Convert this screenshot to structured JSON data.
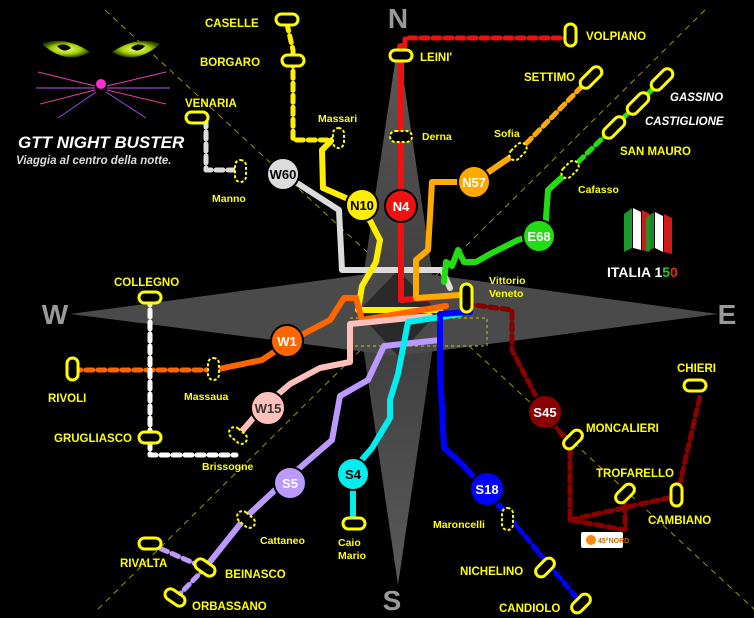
{
  "compass": {
    "n": "N",
    "s": "S",
    "e": "E",
    "w": "W"
  },
  "brand": {
    "title": "GTT NIGHT BUSTER",
    "tagline": "Viaggia al centro della notte."
  },
  "italia": {
    "prefix": "ITALIA ",
    "one": "1",
    "five": "5",
    "zero": "0"
  },
  "sponsor": {
    "text": "45°NORD"
  },
  "lines": {
    "W60": {
      "label": "W60",
      "color": "#dcdcdc"
    },
    "N10": {
      "label": "N10",
      "color": "#ffee00"
    },
    "N4": {
      "label": "N4",
      "color": "#ee1111"
    },
    "N57": {
      "label": "N57",
      "color": "#ffaa00"
    },
    "E68": {
      "label": "E68",
      "color": "#22dd11"
    },
    "W1": {
      "label": "W1",
      "color": "#ff6600"
    },
    "W15": {
      "label": "W15",
      "color": "#ffc0bb"
    },
    "S5": {
      "label": "S5",
      "color": "#bb99ff"
    },
    "S4": {
      "label": "S4",
      "color": "#00eeee"
    },
    "S18": {
      "label": "S18",
      "color": "#0000ff"
    },
    "S45": {
      "label": "S45",
      "color": "#880000"
    }
  },
  "places": {
    "caselle": "CASELLE",
    "borgaro": "BORGARO",
    "leini": "LEINI'",
    "volpiano": "VOLPIANO",
    "settimo": "SETTIMO",
    "gassino": "GASSINO",
    "castiglione": "CASTIGLIONE",
    "san_mauro": "SAN  MAURO",
    "venaria": "VENARIA",
    "massari": "Massari",
    "derna": "Derna",
    "sofia": "Sofia",
    "cafasso": "Cafasso",
    "manno": "Manno",
    "vittorio_veneto": "Vittorio\nVeneto",
    "collegno": "COLLEGNO",
    "rivoli": "RIVOLI",
    "massaua": "Massaua",
    "grugliasco": "GRUGLIASCO",
    "brissogne": "Brissogne",
    "chieri": "CHIERI",
    "moncalieri": "MONCALIERI",
    "trofarello": "TROFARELLO",
    "cambiano": "CAMBIANO",
    "cattaneo": "Cattaneo",
    "caio_mario": "Caio\nMario",
    "maroncelli": "Maroncelli",
    "rivalta": "RIVALTA",
    "beinasco": "BEINASCO",
    "orbassano": "ORBASSANO",
    "nichelino": "NICHELINO",
    "candiolo": "CANDIOLO"
  }
}
